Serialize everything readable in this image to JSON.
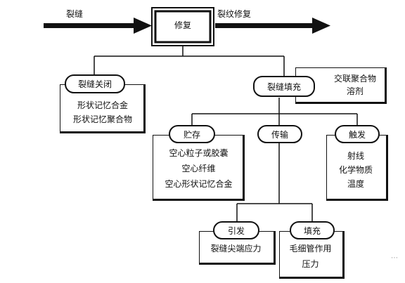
{
  "arrows": {
    "left_label": "裂缝",
    "right_label": "裂纹修复"
  },
  "center": {
    "label": "修复"
  },
  "closure": {
    "title": "裂缝关闭",
    "items": [
      "形状记忆合金",
      "形状记忆聚合物"
    ]
  },
  "filling": {
    "title": "裂缝填充",
    "side_items": [
      "交联聚合物",
      "溶剂"
    ]
  },
  "storage": {
    "title": "贮存",
    "items": [
      "空心粒子或胶囊",
      "空心纤维",
      "空心形状记忆合金"
    ]
  },
  "transport": {
    "title": "传输"
  },
  "trigger": {
    "title": "触发",
    "items": [
      "射线",
      "化学物质",
      "温度"
    ]
  },
  "initiation": {
    "title": "引发",
    "items": [
      "裂缝尖端应力"
    ]
  },
  "fill": {
    "title": "填充",
    "items": [
      "毛细管作用",
      "压力"
    ]
  },
  "watermark": "⋯"
}
